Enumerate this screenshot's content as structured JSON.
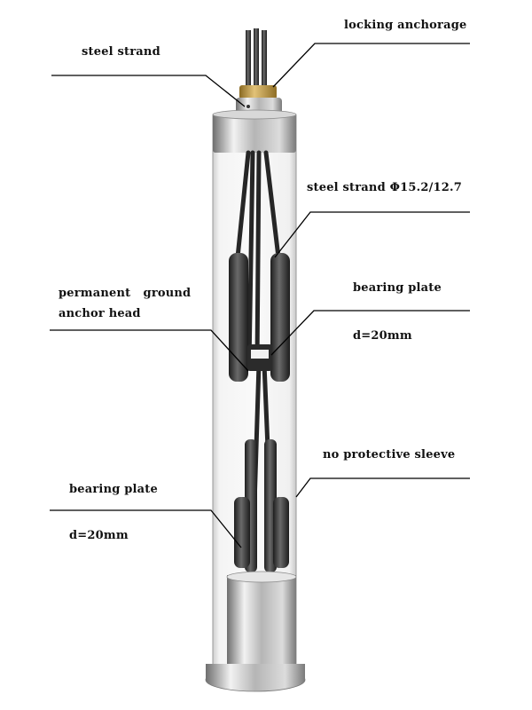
{
  "labels": {
    "steel_strand_top": "steel strand",
    "locking_anchorage": "locking anchorage",
    "steel_strand_spec": "steel strand Φ15.2/12.7",
    "permanent_anchor_line1": "permanent   ground",
    "permanent_anchor_line2": "anchor head",
    "bearing_plate_right": "bearing plate",
    "bearing_plate_right_d": "d=20mm",
    "no_protective_sleeve": "no protective sleeve",
    "bearing_plate_left": "bearing plate",
    "bearing_plate_left_d": "d=20mm"
  },
  "colors": {
    "leader": "#000000",
    "steel_light": "#e8e8e8",
    "steel_dark": "#6b6b6b",
    "strand": "#2a2a2a",
    "brass": "#c9a24a"
  }
}
